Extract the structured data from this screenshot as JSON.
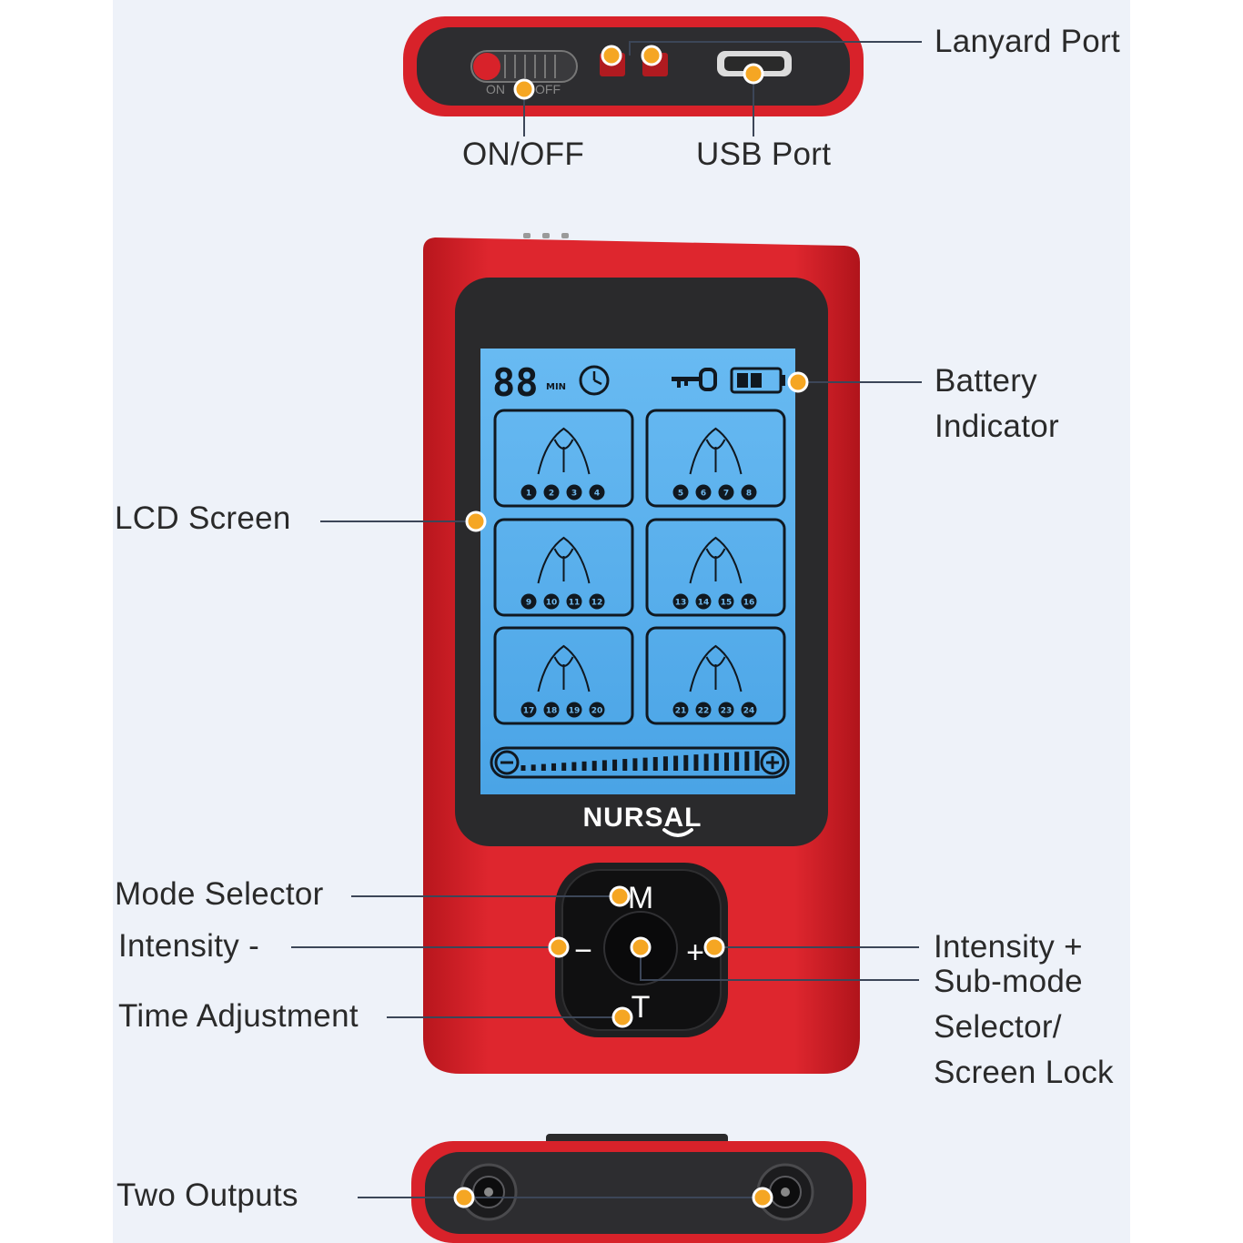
{
  "device": {
    "brand": "NURSAL",
    "switch_on_text": "ON",
    "switch_off_text": "OFF",
    "lcd": {
      "timer_digits": "88",
      "timer_unit": "MIN"
    },
    "keys": {
      "mode": "M",
      "minus": "−",
      "plus": "+",
      "time": "T"
    },
    "program_numbers": [
      [
        "1",
        "2",
        "3",
        "4"
      ],
      [
        "5",
        "6",
        "7",
        "8"
      ],
      [
        "9",
        "10",
        "11",
        "12"
      ],
      [
        "13",
        "14",
        "15",
        "16"
      ],
      [
        "17",
        "18",
        "19",
        "20"
      ],
      [
        "21",
        "22",
        "23",
        "24"
      ]
    ]
  },
  "callouts": {
    "lanyard_port": "Lanyard Port",
    "on_off": "ON/OFF",
    "usb_port": "USB Port",
    "battery_line1": "Battery",
    "battery_line2": "Indicator",
    "lcd_screen": "LCD Screen",
    "mode_selector": "Mode Selector",
    "intensity_minus": "Intensity -",
    "intensity_plus": "Intensity +",
    "submode_line1": "Sub-mode",
    "submode_line2": "Selector/",
    "submode_line3": "Screen Lock",
    "time_adjustment": "Time Adjustment",
    "two_outputs": "Two Outputs"
  },
  "colors": {
    "device_red": "#d8222a",
    "bezel": "#2a2a2c",
    "lcd_blue": "#5fb2ee",
    "dot": "#f5a623",
    "leader": "#3c4658"
  }
}
